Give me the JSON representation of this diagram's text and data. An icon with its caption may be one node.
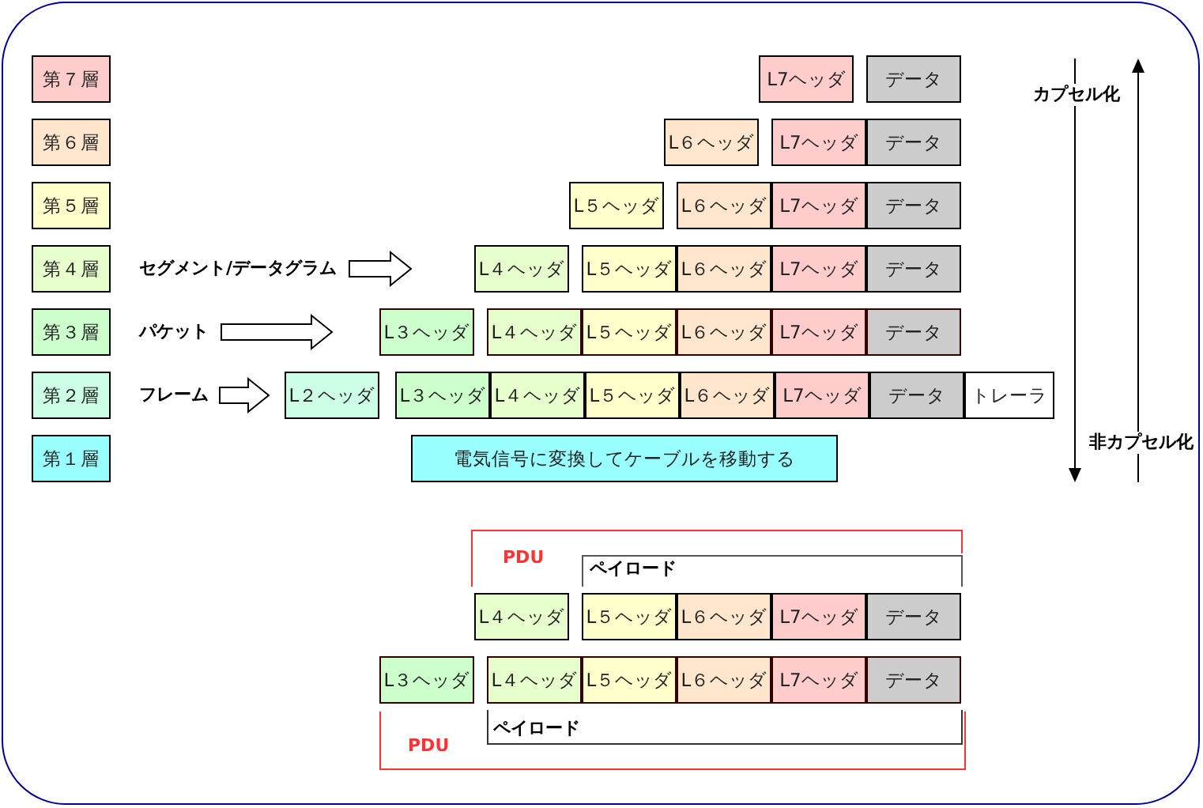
{
  "diagram": {
    "nodes": [
      {
        "text": [
          "第７層"
        ]
      },
      {
        "text": [
          "L7ヘッダ"
        ]
      },
      {
        "text": [
          "データ"
        ]
      },
      {
        "text": [
          "第６層"
        ]
      },
      {
        "text": [
          "L６ヘッダ"
        ]
      },
      {
        "text": [
          "L7ヘッダ"
        ]
      },
      {
        "text": [
          "データ"
        ]
      },
      {
        "text": [
          "第５層"
        ]
      },
      {
        "text": [
          "L５ヘッダ"
        ]
      },
      {
        "text": [
          "L６ヘッダ"
        ]
      },
      {
        "text": [
          "L7ヘッダ"
        ]
      },
      {
        "text": [
          "データ"
        ]
      },
      {
        "text": [
          "第４層"
        ]
      },
      {
        "text": [
          "セグメント/データグラム"
        ]
      },
      {
        "text": [
          "L４ヘッダ"
        ]
      },
      {
        "text": [
          "L５ヘッダ"
        ]
      },
      {
        "text": [
          "L６ヘッダ"
        ]
      },
      {
        "text": [
          "L7ヘッダ"
        ]
      },
      {
        "text": [
          "データ"
        ]
      },
      {
        "text": [
          "第３層"
        ]
      },
      {
        "text": [
          "パケット"
        ]
      },
      {
        "text": [
          "L３ヘッダ"
        ]
      },
      {
        "text": [
          "L４ヘッダ"
        ]
      },
      {
        "text": [
          "L５ヘッダ"
        ]
      },
      {
        "text": [
          "L６ヘッダ"
        ]
      },
      {
        "text": [
          "L7ヘッダ"
        ]
      },
      {
        "text": [
          "データ"
        ]
      },
      {
        "text": [
          "第２層"
        ]
      },
      {
        "text": [
          "フレーム"
        ]
      },
      {
        "text": [
          "L２ヘッダ"
        ]
      },
      {
        "text": [
          "L３ヘッダ"
        ]
      },
      {
        "text": [
          "L４ヘッダ"
        ]
      },
      {
        "text": [
          "L５ヘッダ"
        ]
      },
      {
        "text": [
          "L６ヘッダ"
        ]
      },
      {
        "text": [
          "L7ヘッダ"
        ]
      },
      {
        "text": [
          "データ"
        ]
      },
      {
        "text": [
          "トレーラ"
        ]
      },
      {
        "text": [
          "第１層"
        ]
      },
      {
        "text": [
          "電気信号に変換してケーブルを移動する"
        ]
      },
      {
        "text": [
          "L４ヘッダ"
        ]
      },
      {
        "text": [
          "L５ヘッダ"
        ]
      },
      {
        "text": [
          "L６ヘッダ"
        ]
      },
      {
        "text": [
          "L7ヘッダ"
        ]
      },
      {
        "text": [
          "データ"
        ]
      },
      {
        "text": [
          "L３ヘッダ"
        ]
      },
      {
        "text": [
          "L４ヘッダ"
        ]
      },
      {
        "text": [
          "L５ヘッダ"
        ]
      },
      {
        "text": [
          "L６ヘッダ"
        ]
      },
      {
        "text": [
          "L7ヘッダ"
        ]
      },
      {
        "text": [
          "データ"
        ]
      }
    ],
    "edges": [
      {
        "from": 13,
        "to": 14,
        "arrow": "to"
      },
      {
        "from": 20,
        "to": 21,
        "arrow": "to"
      },
      {
        "from": 28,
        "to": 29,
        "arrow": "to"
      }
    ],
    "labels": [
      "カプセル化",
      "非カプセル化",
      "PDU",
      "ペイロード",
      "ペイロード",
      "PDU"
    ]
  }
}
